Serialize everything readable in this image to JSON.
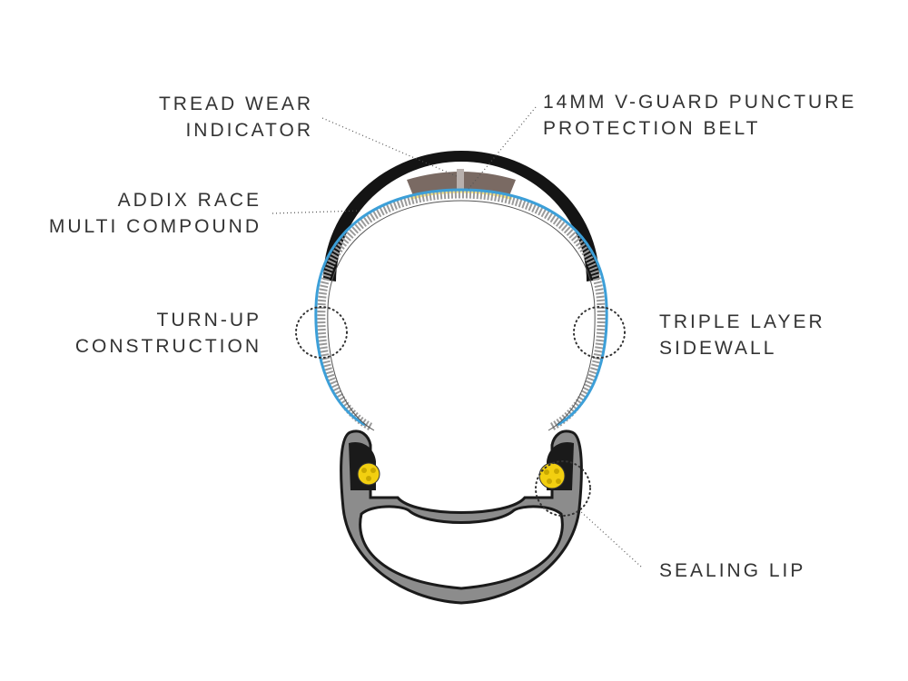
{
  "diagram": {
    "labels": {
      "tread_wear": [
        "TREAD WEAR",
        "INDICATOR"
      ],
      "v_guard": [
        "14MM V-GUARD PUNCTURE",
        "PROTECTION BELT"
      ],
      "addix": [
        "ADDIX RACE",
        "MULTI COMPOUND"
      ],
      "turn_up": [
        "TURN-UP",
        "CONSTRUCTION"
      ],
      "triple_layer": [
        "TRIPLE LAYER",
        "SIDEWALL"
      ],
      "sealing_lip": [
        "SEALING LIP"
      ]
    },
    "colors": {
      "text": "#333333",
      "leader": "#555555",
      "tread": "#141414",
      "belt": "#7a6a63",
      "casing_blue": "#3c9fd8",
      "casing_grey": "#9a9a9a",
      "rim": "#8c8c8c",
      "rim_outline": "#1a1a1a",
      "bead": "#f2cf10",
      "yellow_layer": "#f6e88a"
    }
  }
}
